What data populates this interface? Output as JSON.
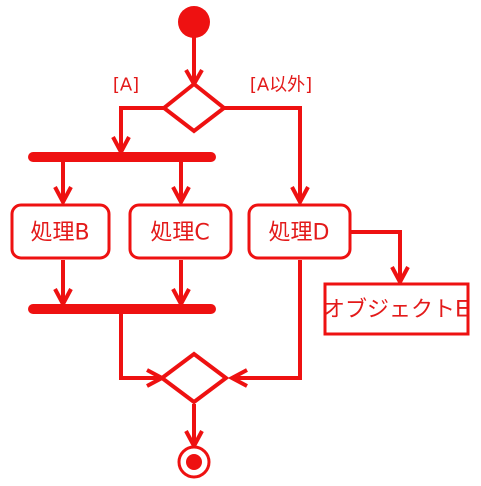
{
  "theme": {
    "line_color": "#ee1111",
    "text_color": "#e31a1a",
    "background": "#ffffff"
  },
  "nodes": {
    "initial": {
      "type": "initial-node"
    },
    "decision": {
      "type": "decision-node"
    },
    "fork": {
      "type": "fork-bar"
    },
    "process_b": {
      "type": "action",
      "label": "処理B"
    },
    "process_c": {
      "type": "action",
      "label": "処理C"
    },
    "process_d": {
      "type": "action",
      "label": "処理D"
    },
    "join": {
      "type": "join-bar"
    },
    "object_e": {
      "type": "object",
      "label": "オブジェクトE"
    },
    "merge": {
      "type": "merge-node"
    },
    "final": {
      "type": "final-node"
    }
  },
  "guards": {
    "a": "[A]",
    "not_a": "[A以外]"
  }
}
